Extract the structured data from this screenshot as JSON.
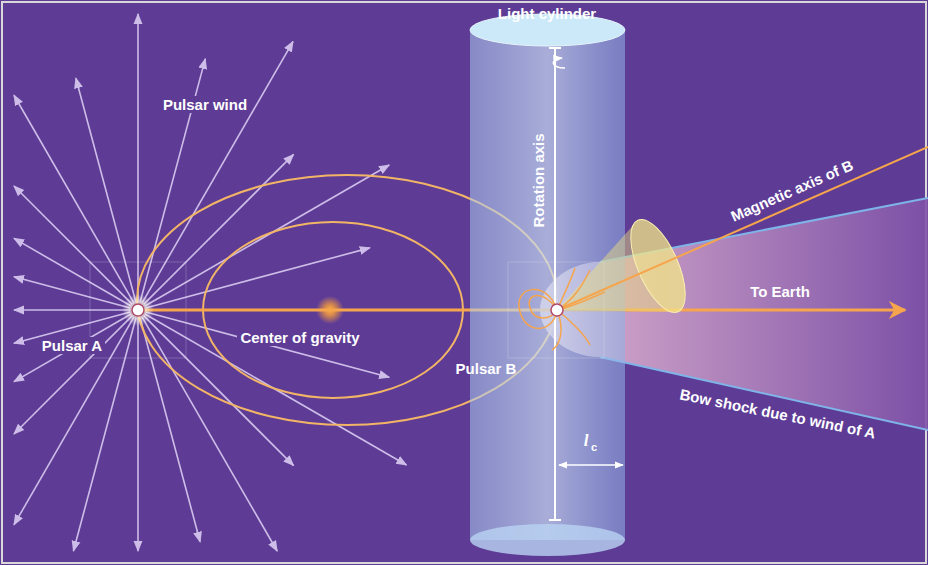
{
  "diagram": {
    "labels": [
      "Light cylinder",
      "Pulsar wind",
      "Rotation axis",
      "Magnetic axis of B",
      "To Earth",
      "Pulsar A",
      "Center of gravity",
      "Pulsar B",
      "Bow shock due to wind of A",
      "l",
      "c"
    ]
  }
}
